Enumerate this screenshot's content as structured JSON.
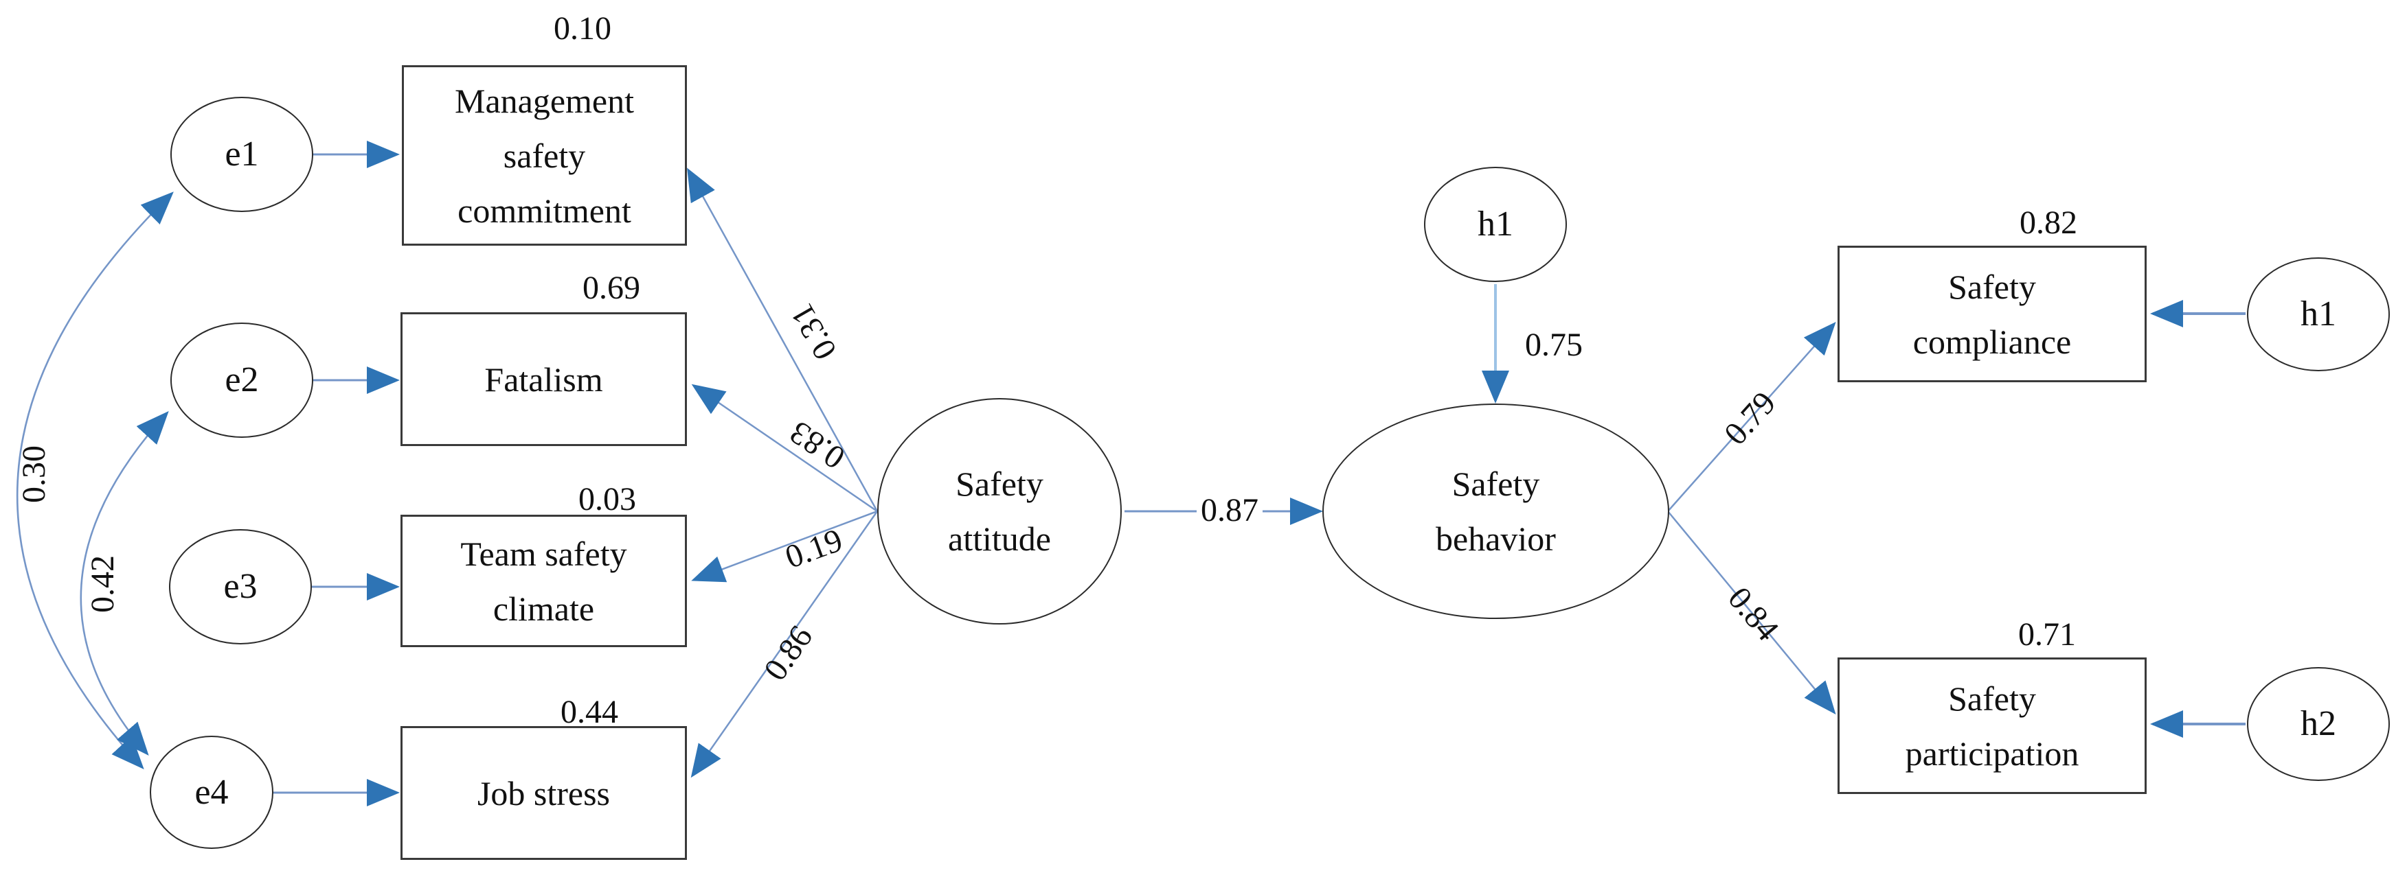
{
  "title": "Structural equation model: safety attitude and safety behavior",
  "nodes": {
    "latent_attitude": "Safety\nattitude",
    "latent_behavior": "Safety\nbehavior",
    "ind_msc": "Management\nsafety\ncommitment",
    "ind_fatalism": "Fatalism",
    "ind_tsc": "Team safety\nclimate",
    "ind_js": "Job stress",
    "ind_sc": "Safety\ncompliance",
    "ind_sp": "Safety\nparticipation",
    "err_e1": "e1",
    "err_e2": "e2",
    "err_e3": "e3",
    "err_e4": "e4",
    "err_h1_top": "h1",
    "err_h1_right": "h1",
    "err_h2": "h2"
  },
  "weights": {
    "msc_variance": "0.10",
    "fatalism_variance": "0.69",
    "tsc_variance": "0.03",
    "js_variance": "0.44",
    "sc_variance": "0.82",
    "sp_variance": "0.71",
    "attitude_to_msc": "0.31",
    "attitude_to_fatalism": "0.83",
    "attitude_to_tsc": "0.19",
    "attitude_to_js": "0.86",
    "attitude_to_behavior": "0.87",
    "h1_to_behavior": "0.75",
    "behavior_to_compliance": "0.79",
    "behavior_to_participation": "0.84",
    "cov_e1_e4": "0.30",
    "cov_e2_e4": "0.42"
  },
  "colors": {
    "arrow_line": "#7596C8",
    "arrow_head": "#2E74B5",
    "shape_border": "#333333",
    "text": "#111111",
    "background": "#FFFFFF"
  }
}
